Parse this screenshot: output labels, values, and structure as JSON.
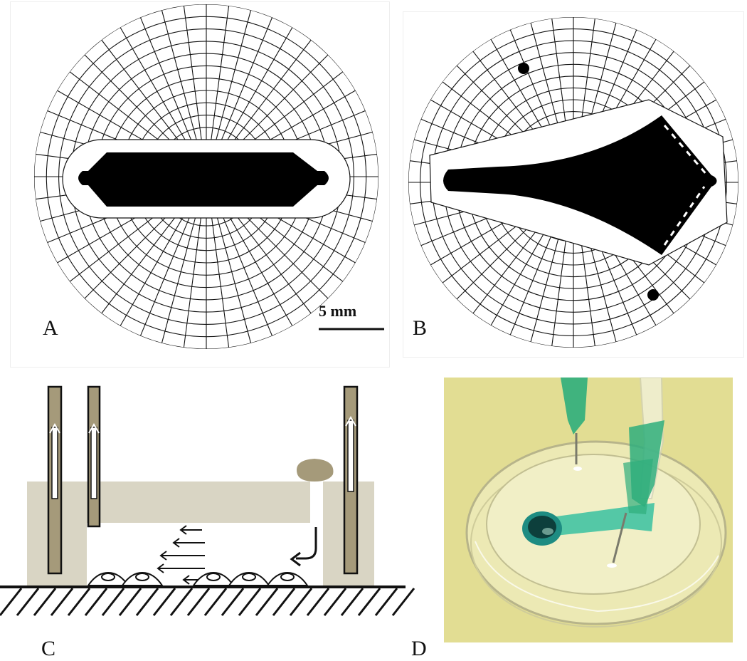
{
  "panels": {
    "a": {
      "label": "A",
      "scale_bar_text": "5 mm"
    },
    "b": {
      "label": "B"
    },
    "c": {
      "label": "C"
    },
    "d": {
      "label": "D"
    }
  },
  "colors": {
    "grid_line": "#111111",
    "channel_fill": "#000000",
    "device_body": "#d9d5c4",
    "tube": "#a59a7a",
    "ground": "#111111",
    "photo_background": "#e6e09a",
    "tubing_green": "#2fae7c",
    "dye_teal": "#1e8c82"
  }
}
